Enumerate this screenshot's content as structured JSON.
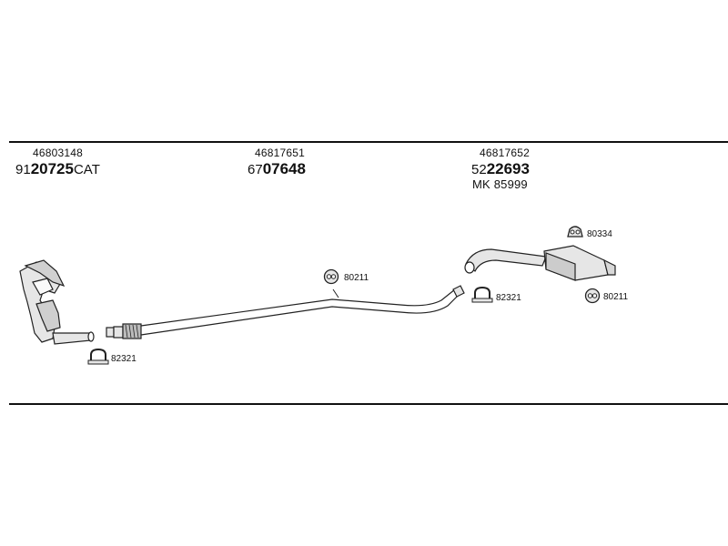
{
  "groups": [
    {
      "oe": "46803148",
      "ref_prefix": "91",
      "ref_bold": "20725",
      "ref_suffix": "CAT"
    },
    {
      "oe": "46817651",
      "ref_prefix": "67",
      "ref_bold": "07648",
      "ref_suffix": ""
    },
    {
      "oe": "46817652",
      "ref_prefix": "52",
      "ref_bold": "22693",
      "ref_suffix": "",
      "kit": "MK 85999"
    }
  ],
  "fittings": {
    "clamp_front": "82321",
    "hanger_mid": "80211",
    "clamp_rear": "82321",
    "rubber_rear": "80334",
    "hanger_rear": "80211"
  },
  "colors": {
    "line": "#111111",
    "part_fill": "#e6e6e6",
    "part_stroke": "#222222"
  }
}
